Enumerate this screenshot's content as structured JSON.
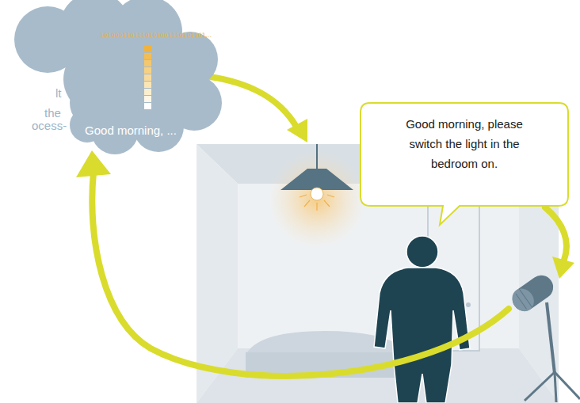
{
  "diagram": {
    "nodes": [
      {
        "text": [
          "1010001101110101001110101101...",
          "Good morning, ..."
        ]
      },
      {
        "text": [
          "Good morning, please switch the light in the bedroom on."
        ]
      }
    ],
    "labels": [
      "lt",
      "the",
      "ocess-"
    ]
  }
}
